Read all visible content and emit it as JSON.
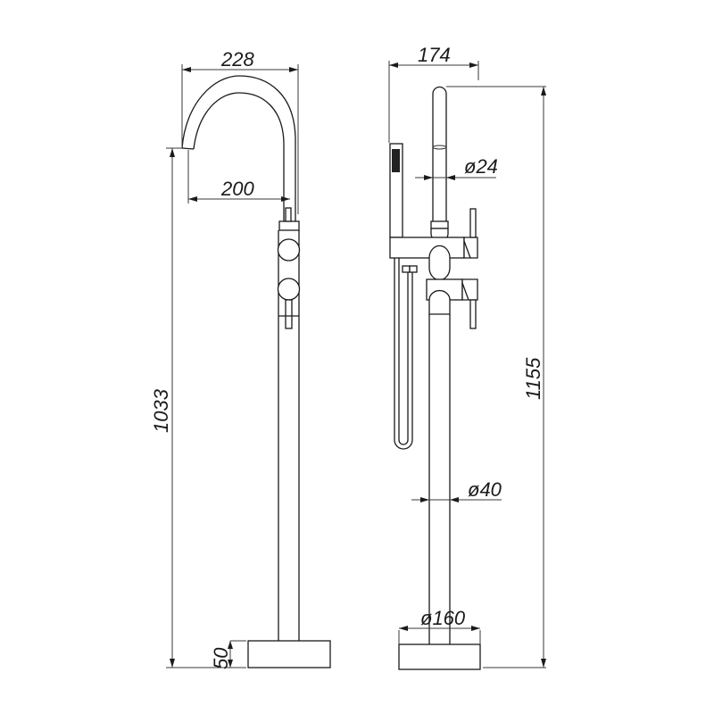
{
  "drawing": {
    "title": "Freestanding bath faucet dimension drawing",
    "line_color": "#1a1a1a",
    "background": "#ffffff",
    "front_view": {
      "spout_reach_label": "228",
      "spout_inner_reach_label": "200",
      "spout_outlet_height_label": "1033",
      "base_height_label": "50"
    },
    "side_view": {
      "handshower_offset_label": "174",
      "upper_pipe_diameter_label": "ø24",
      "column_diameter_label": "ø40",
      "base_diameter_label": "ø160",
      "total_height_label": "1155"
    }
  }
}
